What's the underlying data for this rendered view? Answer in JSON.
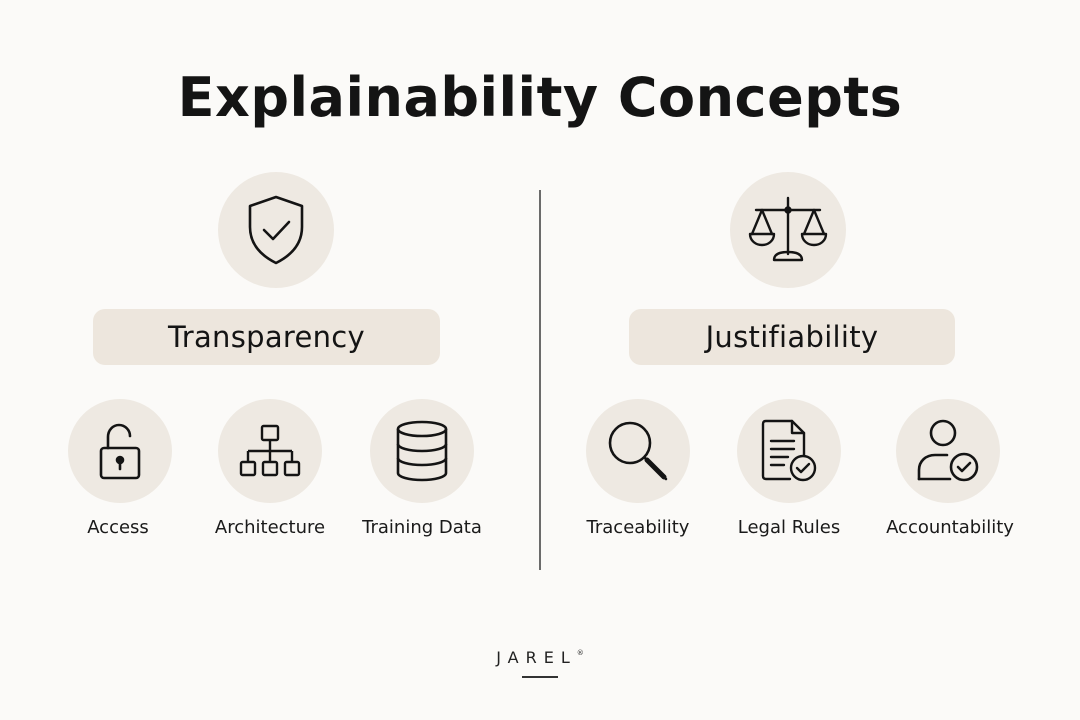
{
  "title": "Explainability Concepts",
  "left": {
    "heading": "Transparency",
    "icon": "shield-check-icon",
    "items": [
      {
        "label": "Access",
        "icon": "unlocked-padlock-icon"
      },
      {
        "label": "Architecture",
        "icon": "hierarchy-icon"
      },
      {
        "label": "Training Data",
        "icon": "database-icon"
      }
    ]
  },
  "right": {
    "heading": "Justifiability",
    "icon": "balance-scale-icon",
    "items": [
      {
        "label": "Traceability",
        "icon": "magnifier-icon"
      },
      {
        "label": "Legal Rules",
        "icon": "document-check-icon"
      },
      {
        "label": "Accountability",
        "icon": "user-check-icon"
      }
    ]
  },
  "brand": {
    "name": "JAREL",
    "mark": "®"
  },
  "colors": {
    "circle": "#eee9e2",
    "pill": "#ede6dd",
    "background": "#fbfaf8",
    "ink": "#141414"
  }
}
